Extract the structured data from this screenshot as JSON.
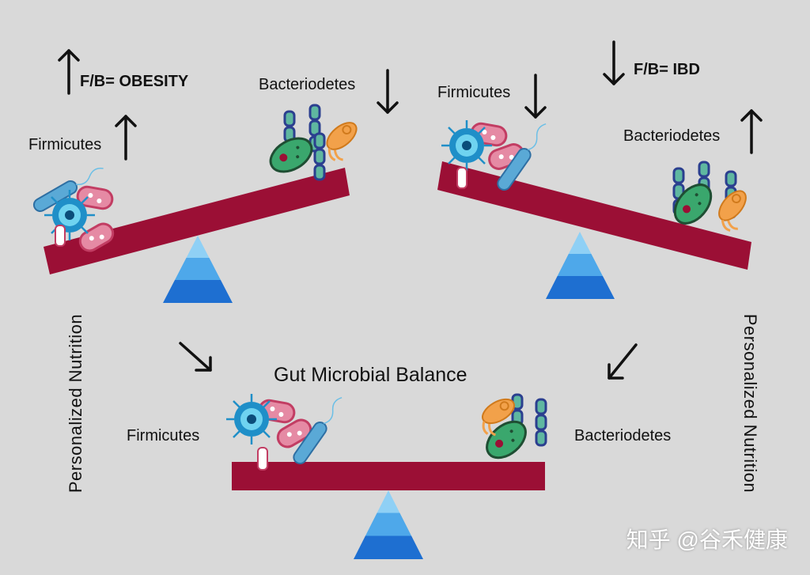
{
  "top_left": {
    "firmicutes": "Firmicutes",
    "bacteriodetes": "Bacteriodetes",
    "ratio": "F/B= OBESITY"
  },
  "top_right": {
    "firmicutes": "Firmicutes",
    "bacteriodetes": "Bacteriodetes",
    "ratio": "F/B= IBD"
  },
  "bottom": {
    "title": "Gut Microbial Balance",
    "firmicutes": "Firmicutes",
    "bacteriodetes": "Bacteriodetes"
  },
  "side_left": "Personalized Nutrition",
  "side_right": "Personalized Nutrition",
  "watermark": "知乎 @谷禾健康",
  "colors": {
    "background": "#d9d9d9",
    "beam": "#9b0f35",
    "fulcrum_top": "#8fd0f5",
    "fulcrum_bottom": "#1e6fd1",
    "virus": "#2aa7d8",
    "bacteria_pink": "#e58aa4",
    "bacteria_green": "#3aa76d",
    "bacteria_orange": "#f2a14a",
    "chain_blue": "#2b3f8f"
  }
}
